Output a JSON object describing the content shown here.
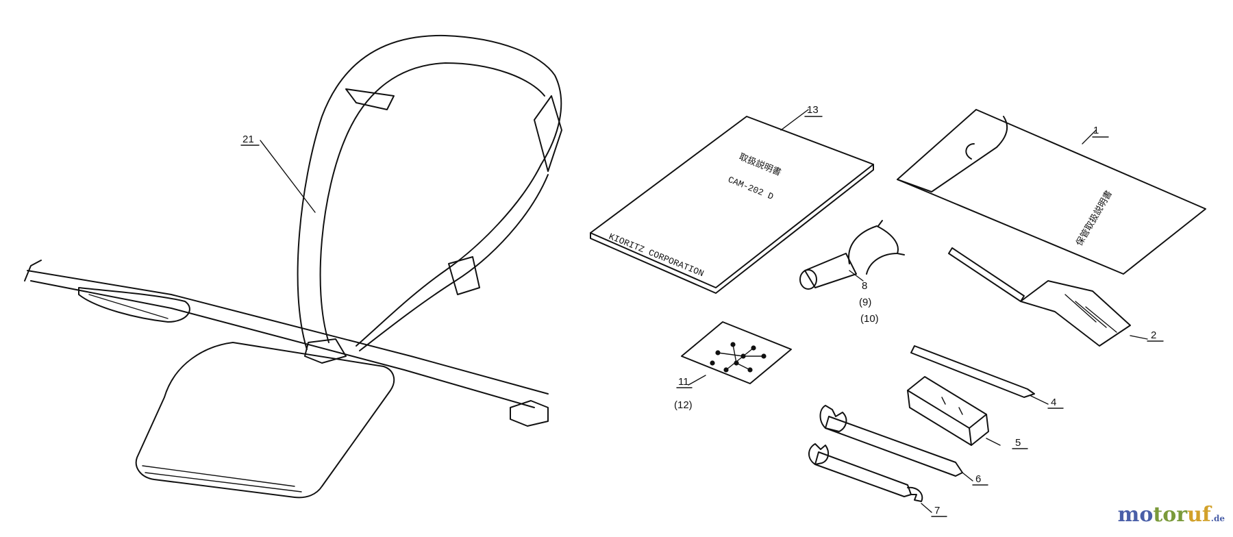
{
  "callouts": {
    "c21": "21",
    "c13": "13",
    "c1": "1",
    "c8": "8",
    "c9": "(9)",
    "c10": "(10)",
    "c2": "2",
    "c11": "11",
    "c12": "(12)",
    "c4": "4",
    "c5": "5",
    "c6": "6",
    "c7": "7"
  },
  "manual": {
    "model": "CAM-202 D",
    "publisher": "KIORITZ CORPORATION"
  },
  "watermark": {
    "part1": "mo",
    "part2": "tor",
    "part3": "uf",
    "part4": ".de"
  }
}
